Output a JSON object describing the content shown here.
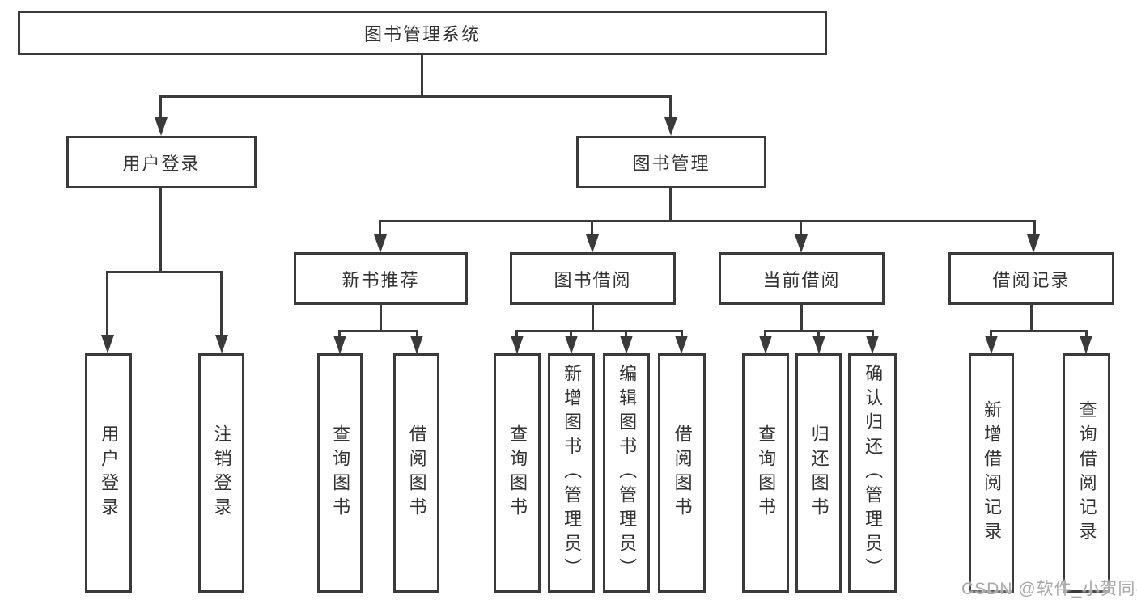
{
  "nodes": {
    "root": {
      "label": "图书管理系统"
    },
    "level2": [
      {
        "label": "用户登录"
      },
      {
        "label": "图书管理"
      }
    ],
    "level3": [
      {
        "label": "新书推荐"
      },
      {
        "label": "图书借阅"
      },
      {
        "label": "当前借阅"
      },
      {
        "label": "借阅记录"
      }
    ],
    "leaves": [
      {
        "label": "用户登录"
      },
      {
        "label": "注销登录"
      },
      {
        "label": "查询图书"
      },
      {
        "label": "借阅图书"
      },
      {
        "label": "查询图书"
      },
      {
        "label": "新增图书（管理员）"
      },
      {
        "label": "编辑图书（管理员）"
      },
      {
        "label": "借阅图书"
      },
      {
        "label": "查询图书"
      },
      {
        "label": "归还图书"
      },
      {
        "label": "确认归还（管理员）"
      },
      {
        "label": "新增借阅记录"
      },
      {
        "label": "查询借阅记录"
      }
    ]
  },
  "watermark": {
    "text": "CSDN @软件_小贺同学"
  },
  "colors": {
    "line": "#3a3a3a",
    "text": "#333333",
    "watermark": "#a9a9a9",
    "background": "#ffffff"
  }
}
